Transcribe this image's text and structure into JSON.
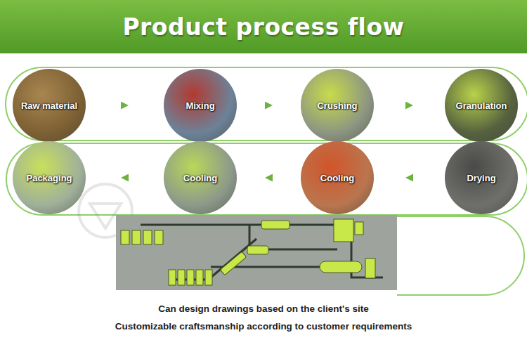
{
  "diagram": {
    "title": "Product process flow",
    "nodes": [
      {
        "text": [
          "Raw material"
        ]
      },
      {
        "text": [
          "Mixing"
        ]
      },
      {
        "text": [
          "Crushing"
        ]
      },
      {
        "text": [
          "Granulation"
        ]
      },
      {
        "text": [
          "Drying"
        ]
      },
      {
        "text": [
          "Cooling"
        ]
      },
      {
        "text": [
          "Cooling"
        ]
      },
      {
        "text": [
          "Packaging"
        ]
      }
    ],
    "edges": [
      {
        "from": 0,
        "to": 1,
        "arrow": "to"
      },
      {
        "from": 1,
        "to": 2,
        "arrow": "to"
      },
      {
        "from": 2,
        "to": 3,
        "arrow": "to"
      },
      {
        "from": 4,
        "to": 5,
        "arrow": "to"
      },
      {
        "from": 5,
        "to": 6,
        "arrow": "to"
      },
      {
        "from": 6,
        "to": 7,
        "arrow": "to"
      }
    ],
    "labels": [
      "Can design drawings based on the client's site",
      "Customizable craftsmanship according to customer requirements"
    ]
  }
}
